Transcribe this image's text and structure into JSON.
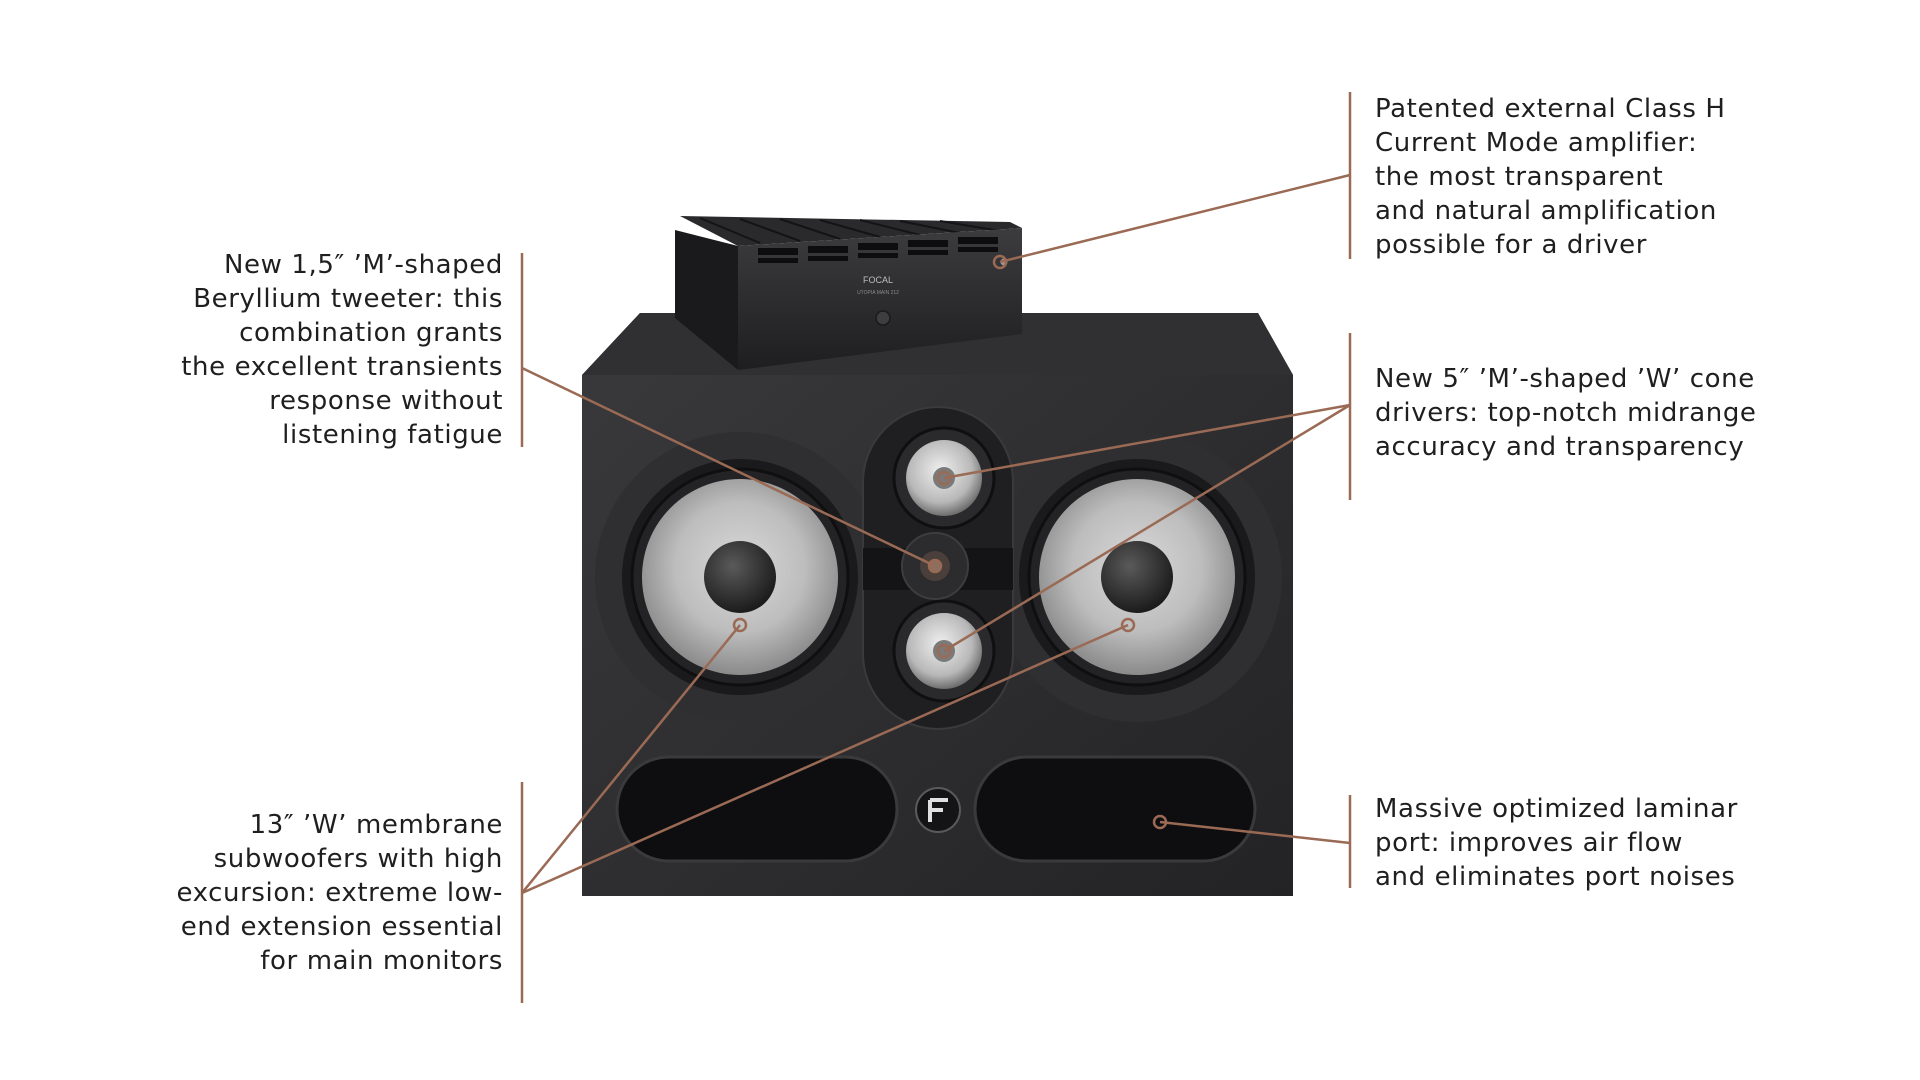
{
  "colors": {
    "accent": "#9a6a55",
    "cabinet": "#2b2b2d",
    "background": "#ffffff"
  },
  "product": {
    "amp_brand": "FOCAL",
    "amp_model": "UTOPIA MAIN 212",
    "panel_brand": "FOCAL"
  },
  "callouts": {
    "tweeter": [
      "New 1,5″ ’M’-shaped",
      "Beryllium tweeter: this",
      "combination grants",
      "the excellent transients",
      "response without",
      "listening fatigue"
    ],
    "subwoofer": [
      "13″ ’W’ membrane",
      "subwoofers with high",
      "excursion: extreme low-",
      "end extension essential",
      "for main monitors"
    ],
    "amplifier": [
      "Patented external Class H",
      "Current Mode amplifier:",
      "the most transparent",
      "and natural amplification",
      "possible for a driver"
    ],
    "midrange": [
      "New 5″ ’M’-shaped ’W’ cone",
      "drivers: top-notch midrange",
      "accuracy and transparency"
    ],
    "port": [
      "Massive optimized laminar",
      "port: improves air flow",
      "and eliminates port noises"
    ]
  }
}
